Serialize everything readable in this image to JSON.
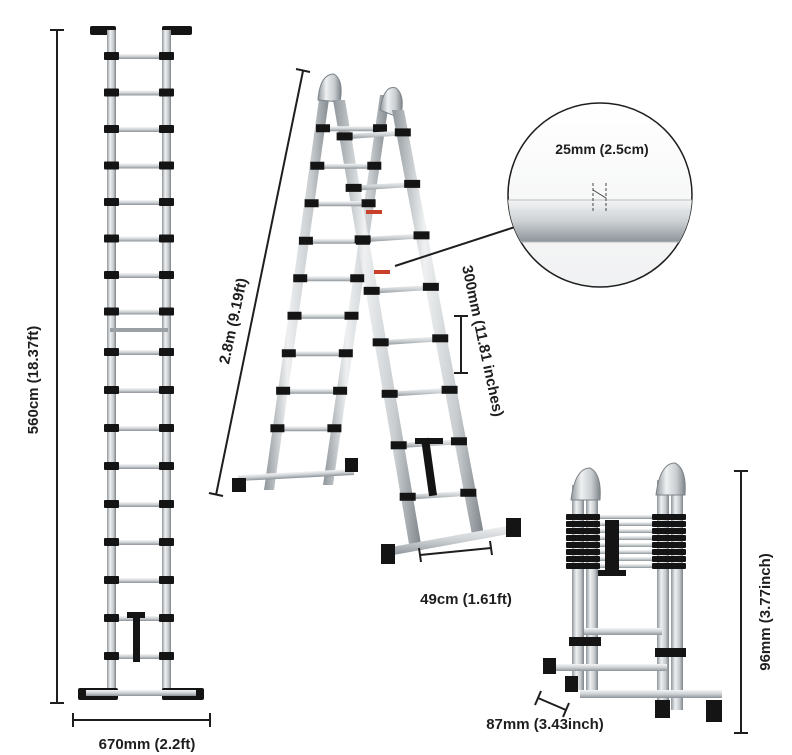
{
  "dimensions": {
    "total_height": "560cm (18.37ft)",
    "width_extended": "670mm (2.2ft)",
    "a_frame_length": "2.8m (9.19ft)",
    "tube_size": "25mm (2.5cm)",
    "rung_spacing": "300mm (11.81 inches)",
    "a_frame_width": "49cm (1.61ft)",
    "folded_height": "96mm (3.77inch)",
    "folded_depth": "87mm (3.43inch)"
  },
  "colors": {
    "aluminum": "#cfd3d6",
    "aluminum_dark": "#9aa0a4",
    "black": "#141414",
    "line": "#1e1e1e"
  }
}
